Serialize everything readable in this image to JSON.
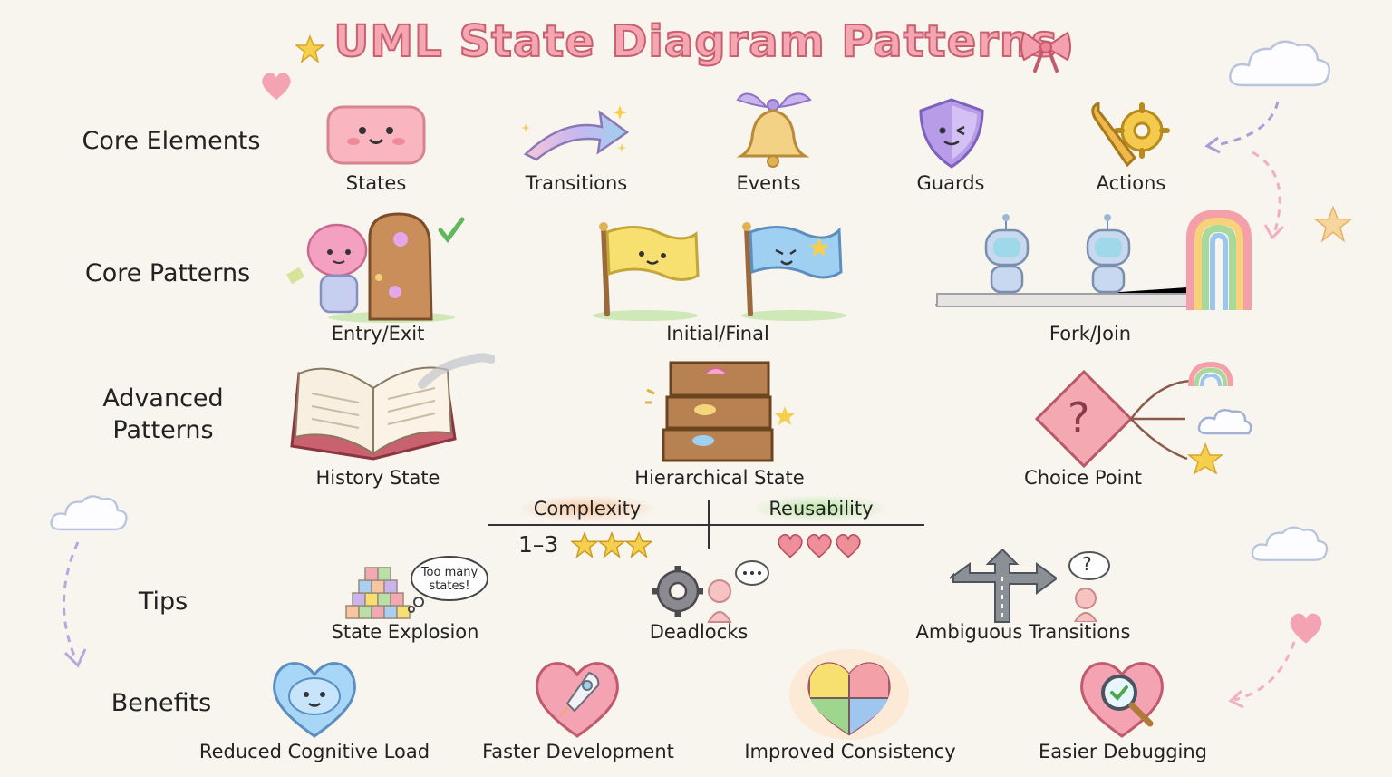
{
  "title": "UML State Diagram Patterns",
  "rows": {
    "core_elements": "Core Elements",
    "core_patterns": "Core Patterns",
    "advanced_patterns_line1": "Advanced",
    "advanced_patterns_line2": "Patterns",
    "tips": "Tips",
    "benefits": "Benefits"
  },
  "core_elements": [
    "States",
    "Transitions",
    "Events",
    "Guards",
    "Actions"
  ],
  "core_patterns": [
    "Entry/Exit",
    "Initial/Final",
    "Fork/Join"
  ],
  "advanced_patterns": [
    "History State",
    "Hierarchical State",
    "Choice Point"
  ],
  "ratings": {
    "complexity_label": "Complexity",
    "complexity_value": "1–3",
    "complexity_stars": 3,
    "reusability_label": "Reusability",
    "reusability_hearts": 3
  },
  "tips": {
    "items": [
      "State Explosion",
      "Deadlocks",
      "Ambiguous Transitions"
    ],
    "bubble_line1": "Too many",
    "bubble_line2": "states!",
    "question_mark": "?"
  },
  "benefits": [
    "Reduced Cognitive Load",
    "Faster Development",
    "Improved Consistency",
    "Easier Debugging"
  ],
  "colors": {
    "title_fill": "#f4a7b2",
    "title_stroke": "#c9606f",
    "background": "#f8f4ee",
    "star": "#f6cf4c",
    "heart": "#ef8f9a"
  },
  "choice_point_symbol": "?"
}
